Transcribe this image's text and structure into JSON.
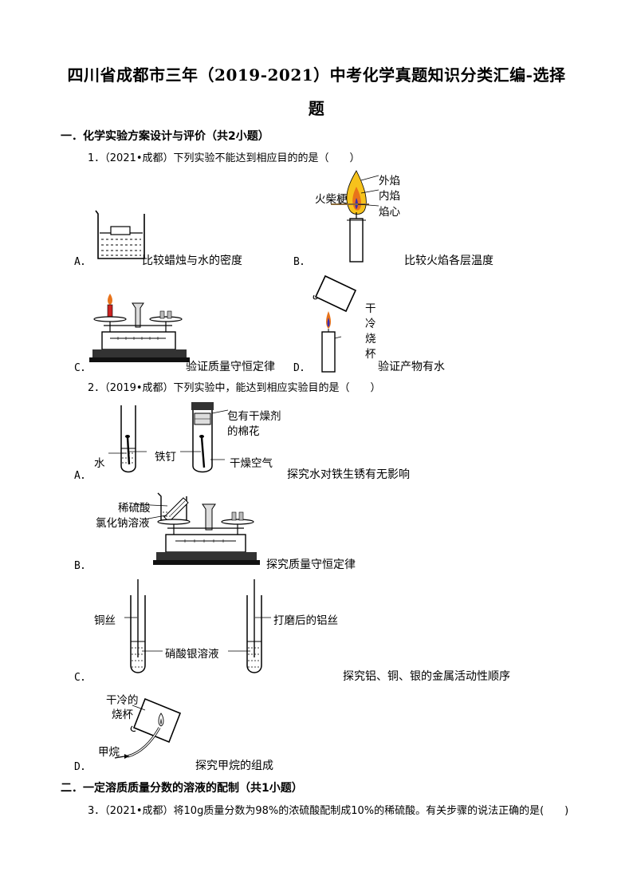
{
  "title": {
    "line1": "四川省成都市三年（2019-2021）中考化学真题知识分类汇编-选择",
    "line2": "题"
  },
  "sections": [
    {
      "heading": "一．化学实验方案设计与评价（共2小题）"
    },
    {
      "heading": "二．一定溶质质量分数的溶液的配制（共1小题）"
    }
  ],
  "q1": {
    "stem": "1．（2021•成都）下列实验不能达到相应目的的是（　　）",
    "options": [
      {
        "letter": "A．",
        "caption": "比较蜡烛与水的密度"
      },
      {
        "letter": "B．",
        "caption": "比较火焰各层温度",
        "labels": {
          "flame_outer": "外焰",
          "flame_inner": "内焰",
          "flame_core": "焰心",
          "match": "火柴梗"
        }
      },
      {
        "letter": "C．",
        "caption": "验证质量守恒定律"
      },
      {
        "letter": "D．",
        "caption": "验证产物有水",
        "labels": {
          "c1": "干",
          "c2": "冷",
          "c3": "烧",
          "c4": "杯"
        }
      }
    ]
  },
  "q2": {
    "stem": "2．（2019•成都）下列实验中，能达到相应实验目的是（　　）",
    "options": [
      {
        "letter": "A．",
        "caption": "探究水对铁生锈有无影响",
        "labels": {
          "desiccant1": "包有干燥剂",
          "desiccant2": "的棉花",
          "nail": "铁钉",
          "water": "水",
          "dry_air": "干燥空气"
        }
      },
      {
        "letter": "B．",
        "caption": "探究质量守恒定律",
        "labels": {
          "acid": "稀硫酸",
          "nacl": "氯化钠溶液"
        }
      },
      {
        "letter": "C．",
        "caption": "探究铝、铜、银的金属活动性顺序",
        "labels": {
          "cu": "铜丝",
          "al": "打磨后的铝丝",
          "agno3": "硝酸银溶液"
        }
      },
      {
        "letter": "D．",
        "caption": "探究甲烷的组成",
        "labels": {
          "beaker1": "干冷的",
          "beaker2": "烧杯",
          "ch4": "甲烷"
        }
      }
    ]
  },
  "q3": {
    "stem": "3．（2021•成都）将10g质量分数为98%的浓硫酸配制成10%的稀硫酸。有关步骤的说法正确的是(　　)"
  }
}
